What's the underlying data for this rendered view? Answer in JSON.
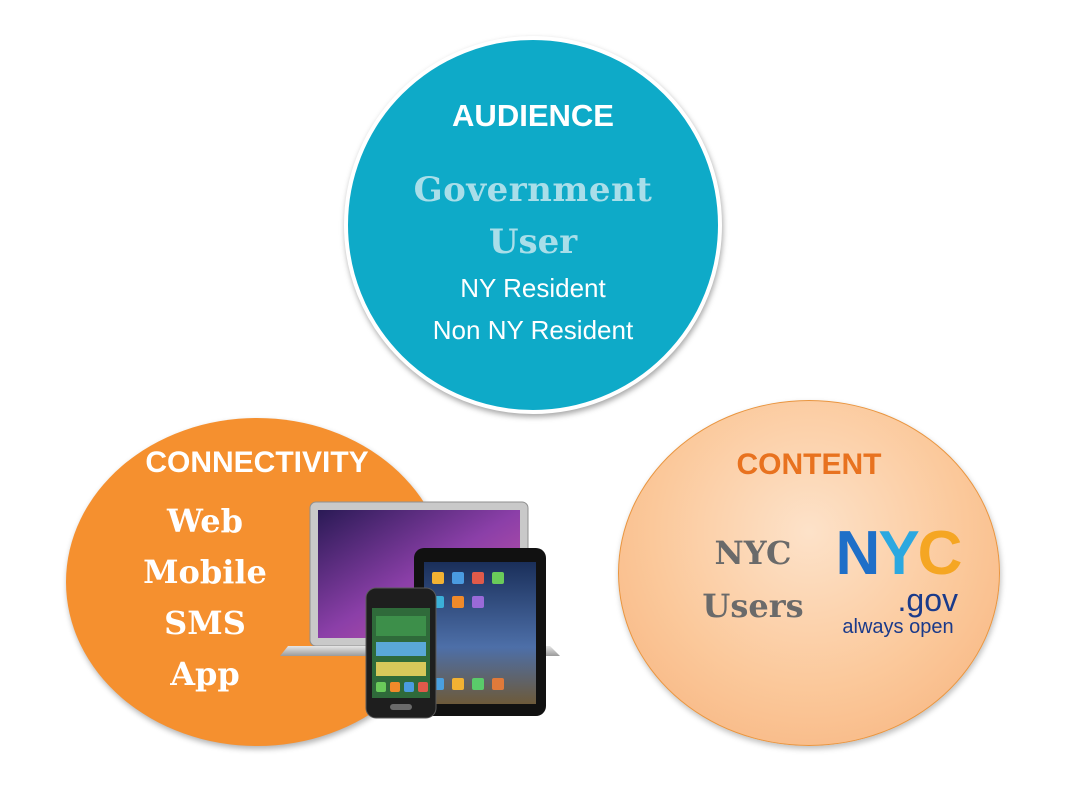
{
  "audience": {
    "title": "AUDIENCE",
    "primary": [
      "Government",
      "User"
    ],
    "secondary": [
      "NY Resident",
      "Non NY Resident"
    ],
    "color": "#0eaac8"
  },
  "connectivity": {
    "title": "CONNECTIVITY",
    "items": [
      "Web",
      "Mobile",
      "SMS",
      "App"
    ],
    "devices_image": "devices-icon",
    "color": "#f5902f"
  },
  "content": {
    "title": "CONTENT",
    "label_lines": [
      "NYC",
      "Users"
    ],
    "logo": {
      "main": "NYC",
      "domain": ".gov",
      "tagline": "always open"
    },
    "color": "#fbc89a"
  }
}
